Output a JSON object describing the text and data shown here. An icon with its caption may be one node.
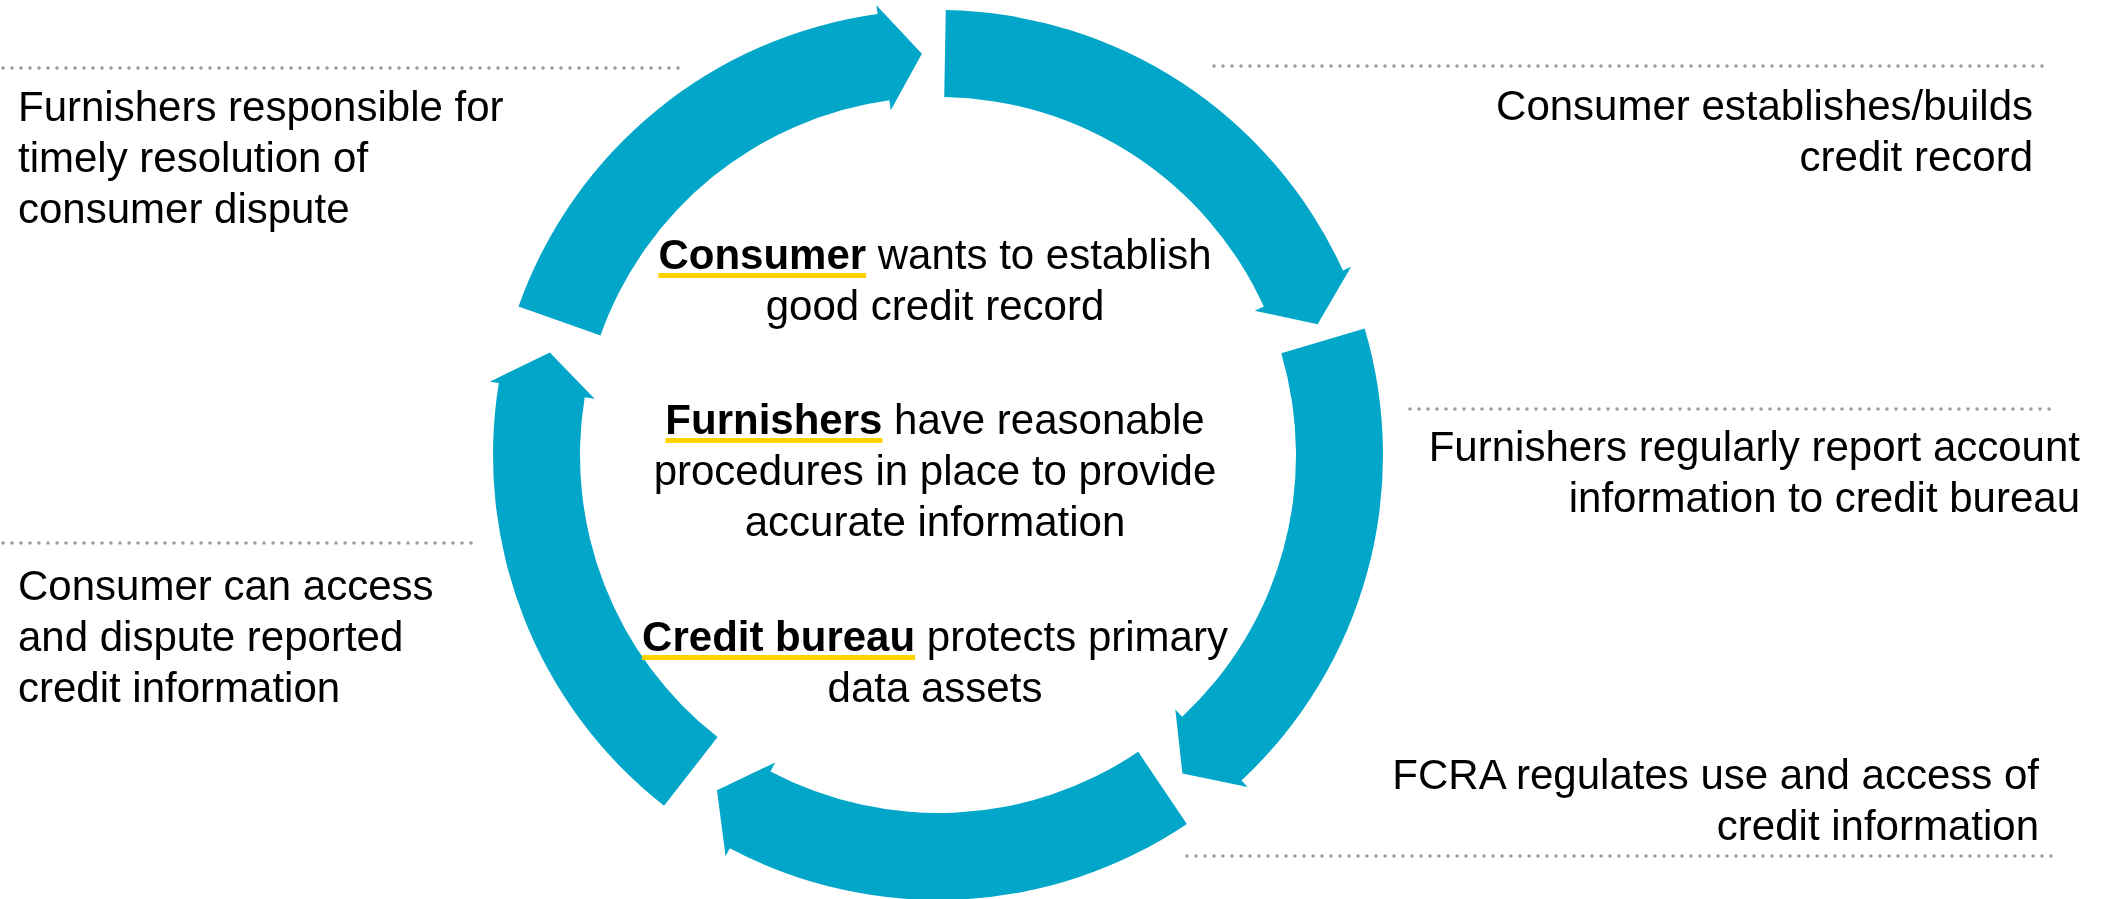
{
  "diagram": {
    "labels": [
      "Furnishers responsible for timely resolution of consumer dispute",
      "Consumer establishes/builds credit record",
      "**Consumer** wants to establish good credit record",
      "**Furnishers** have reasonable procedures in place to provide accurate information",
      "Furnishers regularly report account information to credit bureau",
      "Consumer can access and dispute reported credit information",
      "**Credit bureau** protects primary data assets",
      "FCRA regulates use and access of credit information"
    ]
  }
}
